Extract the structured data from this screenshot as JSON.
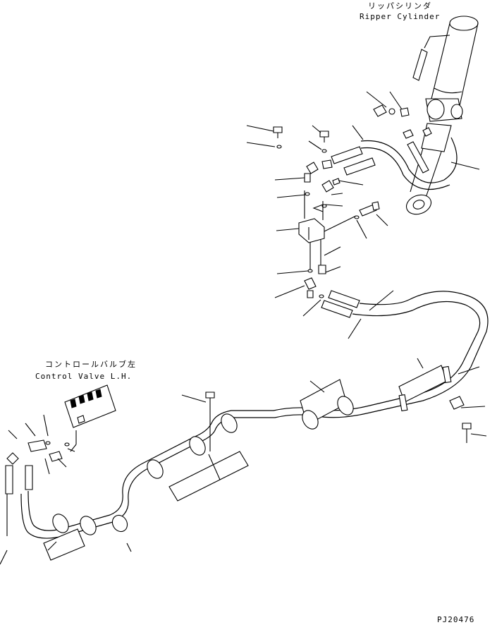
{
  "labels": {
    "ripper_jp": "リッパシリンダ",
    "ripper_en": "Ripper Cylinder",
    "control_jp": "コントロールバルブ左",
    "control_en": "Control Valve L.H.",
    "code": "PJ20476"
  },
  "icons": {
    "cylinder": "ripper-cylinder-icon",
    "valve": "control-valve-icon"
  }
}
